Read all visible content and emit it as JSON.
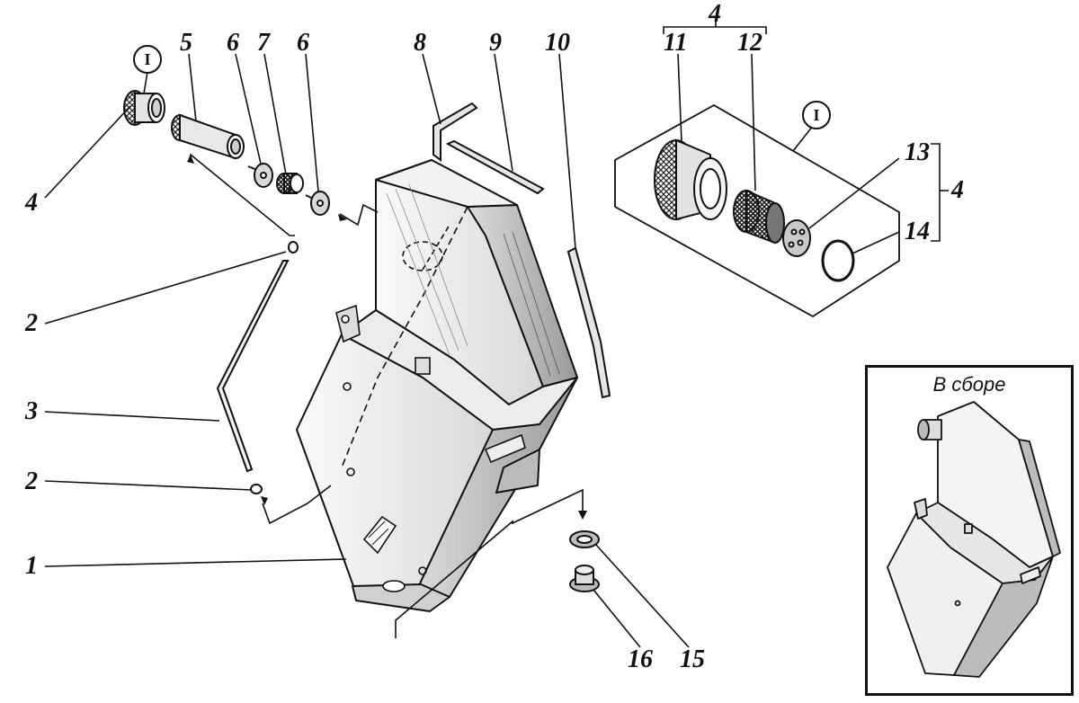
{
  "callouts": [
    {
      "id": "c4a",
      "text": "4"
    },
    {
      "id": "c5",
      "text": "5"
    },
    {
      "id": "c6a",
      "text": "6"
    },
    {
      "id": "c7",
      "text": "7"
    },
    {
      "id": "c6b",
      "text": "6"
    },
    {
      "id": "c8",
      "text": "8"
    },
    {
      "id": "c9",
      "text": "9"
    },
    {
      "id": "c10",
      "text": "10"
    },
    {
      "id": "c4top",
      "text": "4"
    },
    {
      "id": "c11",
      "text": "11"
    },
    {
      "id": "c12",
      "text": "12"
    },
    {
      "id": "c13",
      "text": "13"
    },
    {
      "id": "c4right",
      "text": "4"
    },
    {
      "id": "c14",
      "text": "14"
    },
    {
      "id": "c2a",
      "text": "2"
    },
    {
      "id": "c3",
      "text": "3"
    },
    {
      "id": "c2b",
      "text": "2"
    },
    {
      "id": "c1",
      "text": "1"
    },
    {
      "id": "c16",
      "text": "16"
    },
    {
      "id": "c15",
      "text": "15"
    }
  ],
  "detail_markers": [
    {
      "id": "m1",
      "text": "I"
    },
    {
      "id": "m2",
      "text": "I"
    }
  ],
  "inset": {
    "title": "В сборе"
  },
  "colors": {
    "ink": "#111111",
    "shade": "#6d6d6d",
    "paper": "#ffffff"
  }
}
